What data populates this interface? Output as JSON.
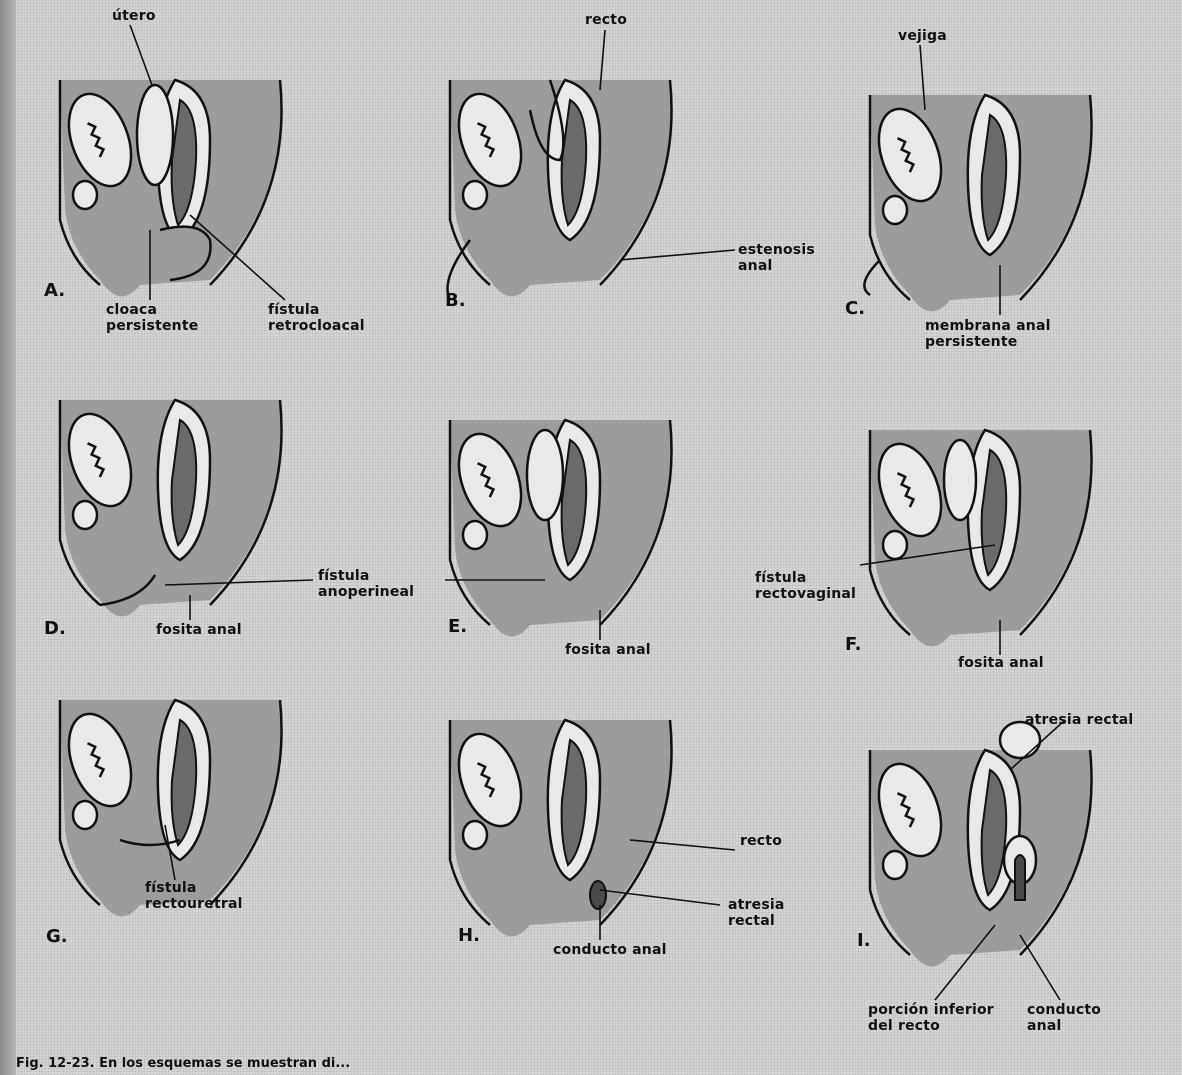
{
  "panels": [
    {
      "letter": "A.",
      "labels": [
        "útero",
        "cloaca\npersistente",
        "fístula\nretrocloacal"
      ]
    },
    {
      "letter": "B.",
      "labels": [
        "recto",
        "estenosis\nanal"
      ]
    },
    {
      "letter": "C.",
      "labels": [
        "vejiga",
        "membrana anal\npersistente"
      ]
    },
    {
      "letter": "D.",
      "labels": [
        "fístula\nanoperineal",
        "fosita anal"
      ]
    },
    {
      "letter": "E.",
      "labels": [
        "fosita anal"
      ]
    },
    {
      "letter": "F.",
      "labels": [
        "fístula\nrectovaginal",
        "fosita anal"
      ]
    },
    {
      "letter": "G.",
      "labels": [
        "fístula\nrectouretral"
      ]
    },
    {
      "letter": "H.",
      "labels": [
        "recto",
        "atresia\nrectal",
        "conducto anal"
      ]
    },
    {
      "letter": "I.",
      "labels": [
        "atresia rectal",
        "porción inferior\ndel recto",
        "conducto\nanal"
      ]
    }
  ],
  "caption": "Fig. 12-23. En los esquemas se muestran di..."
}
